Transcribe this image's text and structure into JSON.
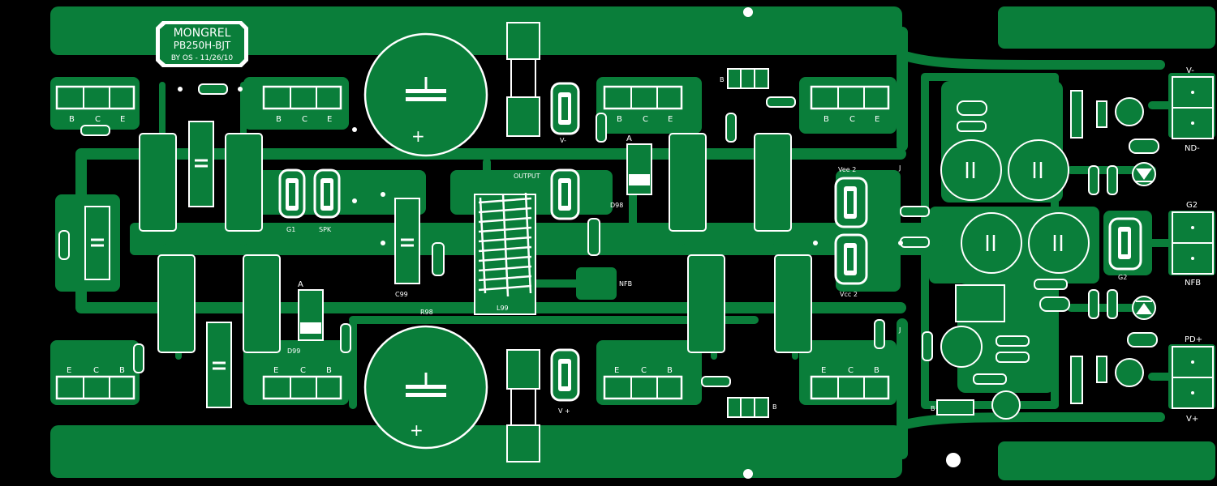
{
  "colors": {
    "copper": "#0a7e3a",
    "silkscreen": "#ffffff",
    "background": "#000000"
  },
  "title_block": {
    "name": "MONGREL",
    "model": "PB250H-BJT",
    "credit": "BY OS - 11/26/10"
  },
  "labels": {
    "b": "B",
    "c": "C",
    "e": "E",
    "a": "A",
    "j": "J",
    "g1": "G1",
    "spk": "SPK",
    "output": "OUTPUT",
    "d98": "D98",
    "d99": "D99",
    "c99": "C99",
    "r98": "R98",
    "l99": "L99",
    "nfb": "NFB",
    "vee2": "Vee 2",
    "vcc2": "Vcc 2",
    "vminus": "V-",
    "vplus": "V +",
    "plus": "+"
  },
  "connectors": {
    "vminus": "V-",
    "nd_minus": "ND-",
    "g2": "G2",
    "nfb": "NFB",
    "pd_plus": "PD+",
    "vplus": "V+"
  },
  "icons": {
    "transistor": "to-247-footprint",
    "capacitor": "electrolytic-capacitor",
    "resistor": "resistor",
    "diode": "diode",
    "led": "led",
    "coil": "output-inductor"
  }
}
